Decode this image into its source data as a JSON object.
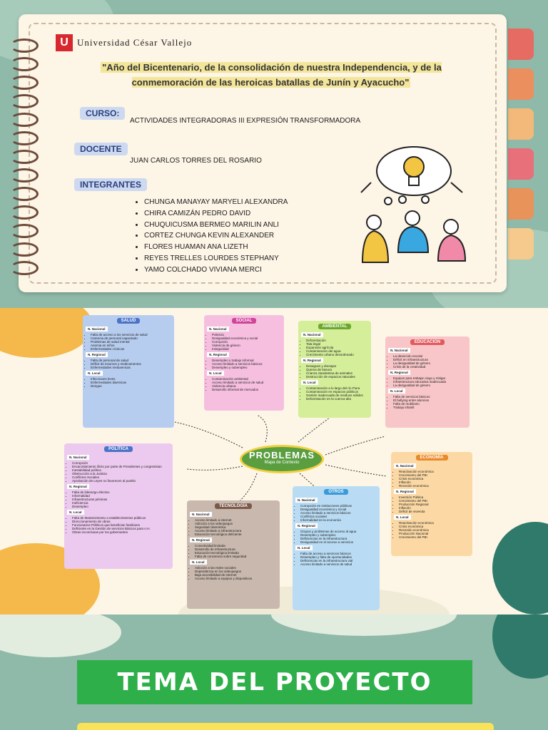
{
  "university": {
    "logo_letter": "U",
    "name": "Universidad César Vallejo"
  },
  "title": "\"Año del Bicentenario, de la consolidación de nuestra Independencia, y de la conmemoración de las heroicas batallas de Junín y Ayacucho\"",
  "curso": {
    "label": "CURSO:",
    "value": "ACTIVIDADES INTEGRADORAS III EXPRESIÓN TRANSFORMADORA"
  },
  "docente": {
    "label": "DOCENTE",
    "value": "JUAN CARLOS TORRES DEL ROSARIO"
  },
  "integrantes": {
    "label": "INTEGRANTES",
    "members": [
      "CHUNGA MANAYAY MARYELI ALEXANDRA",
      "CHIRA CAMIZÁN PEDRO DAVID",
      "CHUQUICUSMA BERMEO MARILIN ANLI",
      "CORTEZ CHUNGA KEVIN ALEXANDER",
      "FLORES HUAMAN ANA LIZETH",
      "REYES TRELLES LOURDES STEPHANY",
      "YAMO COLCHADO VIVIANA MERCI"
    ]
  },
  "mindmap": {
    "center_title": "PROBLEMAS",
    "center_subtitle": "Mapa de Contexto",
    "level_labels": {
      "nacional": "N. Nacional",
      "regional": "N. Regional",
      "local": "N. Local"
    },
    "cards": {
      "salud": {
        "title": "SALUD",
        "color": "#b7cdf0",
        "hdr": "#4a74c8",
        "nacional": [
          "Falta de acceso a los servicios de salud",
          "Carencia de personal capacitado",
          "Problemas de salud mental",
          "Anemia en niños",
          "Enfermedades crónicas"
        ],
        "regional": [
          "Falta de personal de salud",
          "Déficit de insumos y medicamentos",
          "Enfermedades metaxenicas"
        ],
        "local": [
          "Infecciones leves",
          "Enfermedades diarreicas",
          "Dengue"
        ]
      },
      "social": {
        "title": "SOCIAL",
        "color": "#f6bfe0",
        "hdr": "#d0449a",
        "nacional": [
          "Pobreza",
          "Desigualdad económica y social",
          "Corrupción",
          "Violencia de género",
          "Inseguridad"
        ],
        "regional": [
          "Desempleo y trabajo informal",
          "Acceso limitado a servicios básicos",
          "Desempleo y subempleo"
        ],
        "local": [
          "Contaminación ambiental",
          "Acceso limitado a servicios de salud",
          "Violencia urbana",
          "Desarrollo informal de mercados"
        ]
      },
      "ambiental": {
        "title": "AMBIENTAL",
        "color": "#d4ee9a",
        "hdr": "#6aa92e",
        "nacional": [
          "Deforestación",
          "Tala ilegal",
          "Expansión agrícola",
          "Contaminación del agua",
          "Crecimiento urbano desordenado"
        ],
        "regional": [
          "Desagues y drenajes",
          "Quema de basura",
          "Crianza clandestina de animales",
          "Destrucción de espacios naturales"
        ],
        "local": [
          "Contaminación a lo largo del río Piura",
          "Contaminación en espacios públicos",
          "Gestión inadecuada de residuos sólidos",
          "Deforestación en la cuenca alta"
        ]
      },
      "educacion": {
        "title": "EDUCACIÓN",
        "color": "#f8c6c8",
        "hdr": "#e05a5e",
        "nacional": [
          "La deserción escolar",
          "Déficit en infraestructura",
          "La desigualdad de género",
          "Crisis de la creatividad"
        ],
        "regional": [
          "Equipos para trabajar ciego y mitigar",
          "Infraestructura educativa inadecuada",
          "La desigualdad de género"
        ],
        "local": [
          "Falta de servicios básicos",
          "El bullying entre alumnos",
          "Falta de mobiliario",
          "Trabajo infantil"
        ]
      },
      "politica": {
        "title": "POLÍTICA",
        "color": "#ecc9ee",
        "hdr": "#4a74c8",
        "nacional": [
          "Corrupción",
          "Encarcelamiento ilícito por parte de Presidentes y congresistas",
          "Inestabilidad política",
          "Obstrucción a la Justicia",
          "Conflictos Sociales",
          "Aprobación de Leyes no favorecen al pueblo"
        ],
        "regional": [
          "Falta de liderazgo efectivo",
          "Informalidad",
          "Infraestructuras pésimas",
          "Ineficiencia",
          "Desempleo"
        ],
        "local": [
          "Falta de Mantenimiento a establecimientos públicos",
          "Direccionamiento de obras",
          "Funcionarios Públicos que benefician familiares",
          "Deficiente en la Gestión de servicios Básicos para A.H.",
          "Obras inconclusas por los gobernantes"
        ]
      },
      "tecnologia": {
        "title": "TECNOLOGÍA",
        "color": "#c9b8ad",
        "hdr": "#7c5a4a",
        "nacional": [
          "Acceso limitado a internet",
          "Adicción a los videojuegos",
          "Seguridad cibernética",
          "Acceso limitado a infraestructura",
          "Educación tecnológica deficiente"
        ],
        "regional": [
          "Conectividad limitada",
          "Desarrollo de infraestructura",
          "Educación tecnológica limitada",
          "Falta de conciencia sobre seguridad"
        ],
        "local": [
          "Adicción a las redes sociales",
          "Dependencia en los videojuegos",
          "Baja accesibilidad de internet",
          "Acceso limitado a equipos y dispositivos"
        ]
      },
      "otros": {
        "title": "OTROS",
        "color": "#b9dcf4",
        "hdr": "#3a9ad8",
        "nacional": [
          "Corrupción en instituciones públicas",
          "Desigualdad económica y social",
          "Acceso limitado a servicios básicos",
          "Conflictos sociales",
          "Informalidad en la economía"
        ],
        "regional": [
          "Grupos y problemas de acceso al agua",
          "Desempleo y subempleo",
          "Deficiencias en la infraestructura",
          "Desigualdad en el acceso a servicios"
        ],
        "local": [
          "Falta de acceso a servicios básicos",
          "Desempleo y falta de oportunidades",
          "Deficiencias en la infraestructura vial",
          "Acceso limitado a servicios de salud"
        ]
      },
      "economia": {
        "title": "ECONOMÍA",
        "color": "#fcd9a4",
        "hdr": "#e88a2a",
        "nacional": [
          "Reactivación económica",
          "Crecimiento del PBI",
          "Crisis económica",
          "Inflación",
          "Recesión económica"
        ],
        "regional": [
          "Inversión Pública",
          "Crecimiento del PBI",
          "Producción Regional",
          "Inflación",
          "Déficit de vivienda"
        ],
        "local": [
          "Reactivación económica",
          "Crisis económica",
          "Recesión económica",
          "Producción Nacional",
          "Crecimiento del PBI"
        ]
      }
    }
  },
  "banner": "TEMA DEL PROYECTO",
  "colors": {
    "accent_red": "#d7282f",
    "banner_green": "#2eaf4a",
    "tab_colors": [
      "#e66b63",
      "#ec8f5e",
      "#f3b97a",
      "#e7707a",
      "#e8935a",
      "#f6c98c"
    ]
  }
}
